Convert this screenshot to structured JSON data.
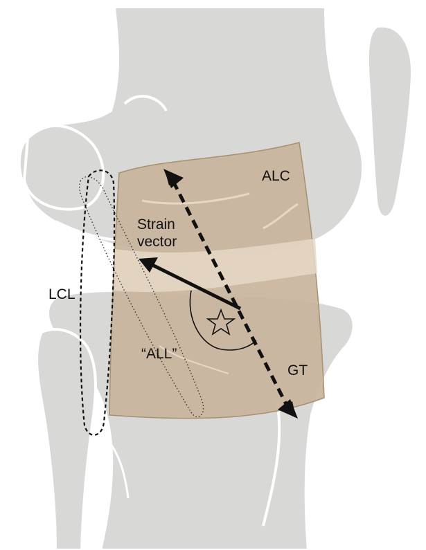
{
  "labels": {
    "alc": "ALC",
    "strain_line1": "Strain",
    "strain_line2": "vector",
    "lcl": "LCL",
    "all": "“ALL”",
    "gt": "GT"
  },
  "colors": {
    "bone": "#d8d8d6",
    "bone_outline": "#ffffff",
    "ligament_fill": "#c9b49c",
    "ligament_edge": "#a8906f",
    "ligament_light": "#e6d8c7",
    "ink": "#111111"
  },
  "icons": {
    "star": "star-icon"
  }
}
